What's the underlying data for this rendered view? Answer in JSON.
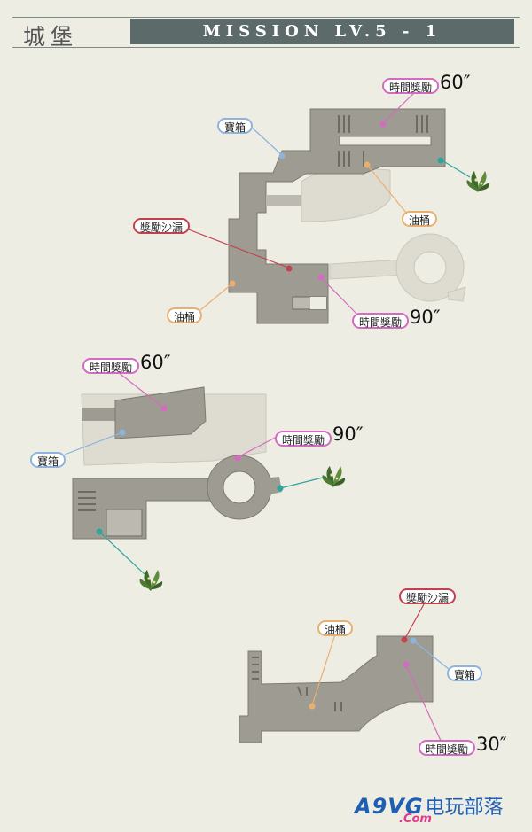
{
  "header": {
    "location": "城堡",
    "mission": "MISSION LV.5 - 1"
  },
  "labels": {
    "chest": "寶箱",
    "time_bonus": "時間獎勵",
    "oil_barrel": "油桶",
    "bonus_hourglass": "獎勵沙漏"
  },
  "time_values": {
    "t60": "60″",
    "t90": "90″",
    "t30": "30″"
  },
  "logo": {
    "brand": "A9VG",
    "cn": "电玩部落",
    "com": ".Com"
  },
  "colors": {
    "chest": "#8cb4dd",
    "time_bonus": "#d36bc0",
    "oil_barrel": "#e8b070",
    "bonus_hourglass": "#c2414f",
    "herb": "#2ea59a",
    "floor_active": "#9e9c92",
    "floor_inactive": "#dedcd0"
  },
  "icons": {
    "herb": "herb-icon"
  }
}
